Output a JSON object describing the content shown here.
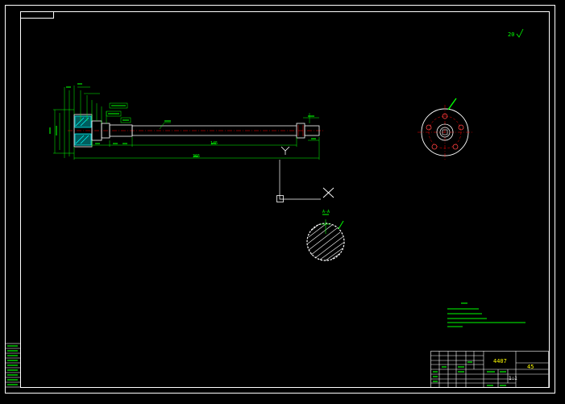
{
  "colors": {
    "background": "#000000",
    "frame": "#ffffff",
    "geometry": "#ffffff",
    "dimension": "#00ff00",
    "hatch": "#00ffff",
    "centerline": "#ff0000",
    "crosshair": "#ffffff",
    "note": "#00ff00"
  },
  "surface_finish": {
    "value": "20"
  },
  "title_block": {
    "scale": "1:1",
    "name": "4407",
    "code": "45"
  },
  "spline_view": {
    "label_top": "A-A"
  },
  "shaft": {
    "length_label": "365",
    "segment_label": "145"
  },
  "icons": [
    "roughness-icon",
    "crosshair-icon",
    "ucs-icon"
  ]
}
